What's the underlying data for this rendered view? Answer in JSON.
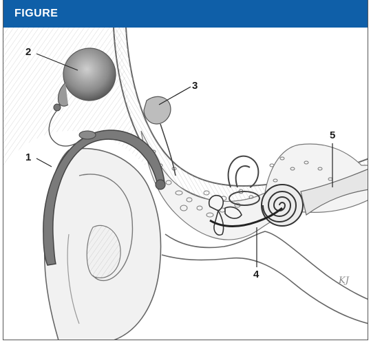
{
  "header": {
    "title": "FIGURE"
  },
  "labels": {
    "l1": "1",
    "l2": "2",
    "l3": "3",
    "l4": "4",
    "l5": "5"
  },
  "artist_initials": "KJ",
  "colors": {
    "header_bg": "#0f5fa8",
    "header_text": "#ffffff",
    "pencil": "#555555",
    "skin": "#e9e9e9",
    "bone_fill": "#f4f4f4"
  }
}
